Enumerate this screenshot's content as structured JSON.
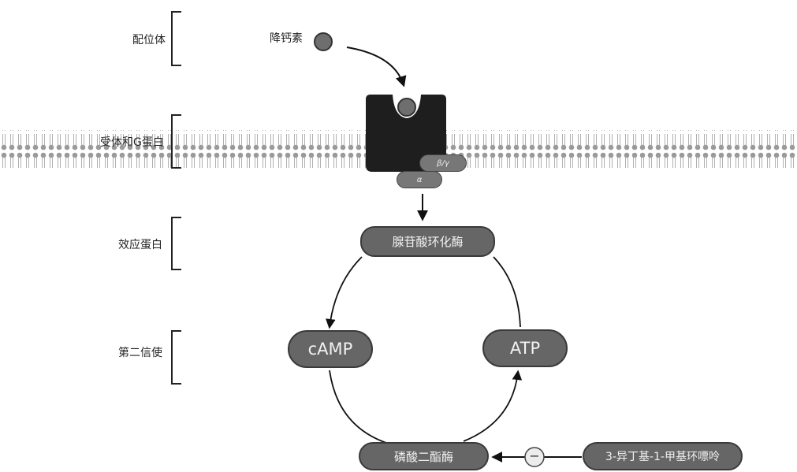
{
  "levels": {
    "ligand": "配位体",
    "receptor": "受体和G蛋白",
    "effector": "效应蛋白",
    "second_messenger": "第二信使"
  },
  "molecules": {
    "calcitonin": "降钙素",
    "adenylate_cyclase": "腺苷酸环化酶",
    "camp": "cAMP",
    "atp": "ATP",
    "phosphodiesterase": "磷酸二酯酶",
    "ibmx": "3-异丁基-1-甲基环嘌呤",
    "inhibit_sign": "−"
  },
  "g_protein": {
    "beta_gamma": "β/γ",
    "alpha": "α"
  },
  "colors": {
    "pill_fill": "#666666",
    "receptor_fill": "#1e1e1e",
    "membrane": "#9a9a9a",
    "arrow": "#111111"
  }
}
